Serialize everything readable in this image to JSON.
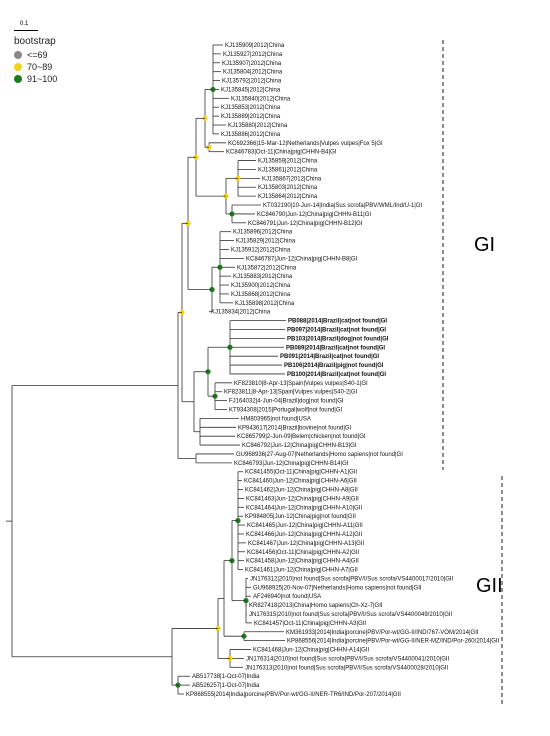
{
  "scale_label": "0.1",
  "legend": {
    "title": "bootstrap",
    "items": [
      {
        "label": "<=69",
        "color": "#888888"
      },
      {
        "label": "70~89",
        "color": "#f2d21c"
      },
      {
        "label": "91~100",
        "color": "#1e7a1e"
      }
    ]
  },
  "groups": {
    "gi": "GI",
    "gii": "GII"
  },
  "colors": {
    "line": "#333333",
    "dash": "#444444"
  },
  "leaves": [
    "KJ135909|2012|China",
    "KJ135927|2012|China",
    "KJ135907|2012|China",
    "KJ135804|2012|China",
    "KJ135792|2012|China",
    "KJ135845|2012|China",
    "KJ135840|2012|China",
    "KJ135853|2012|China",
    "KJ135889|2012|China",
    "KJ135880|2012|China",
    "KJ135886|2012|China",
    "KC692366|15-Mar-12|Netherlands|Vulpes vulpes|Fox 5|GI",
    "KC846783|Oct-11|China|pig|CHHN-B4|GI",
    "KJ135859|2012|China",
    "KJ135861|2012|China",
    "KJ135867|2012|China",
    "KJ135803|2012|China",
    "KJ135864|2012|China",
    "KT032190|10-Jun-14|India|Sus scrofa|PBV/WML/Ind/U-1|GI",
    "KC846790|Jun-12|China|pig|CHHN-B11|GI",
    "KC846791|Jun-12|China|pig|CHHN-B12|GI",
    "KJ135896|2012|China",
    "KJ135829|2012|China",
    "KJ135912|2012|China",
    "KC846787|Jun-12|China|pig|CHHN-B8|GI",
    "KJ135872|2012|China",
    "KJ135883|2012|China",
    "KJ135900|2012|China",
    "KJ135868|2012|China",
    "KJ135898|2012|China",
    "KJ135834|2012|China",
    "PB088|2014|Brazil|cat|not found|GI",
    "PB097|2014|Brazil|cat|not found|GI",
    "PB103|2014|Brazil|dog|not found|GI",
    "PB089|2014|Brazil|cat|not found|GI",
    "PB091|2014|Brazil|cat|not found|GI",
    "PB106|2014|Brazil|pig|not found|GI",
    "PB100|2014|Brazil|cat|not found|GI",
    "KF823810|8-Apr-13|Spain|Vulpes vulpes|S40-1|GI",
    "KF823811|8-Apr-13|Spain|Vulpes vulpes|S40-2|GI",
    "FJ164032|4-Jun-04|Brazil|dog|not found|GI",
    "KT934308|2015|Portugal|wolf|not found|GI",
    "HM803965|not found|USA",
    "KP843617|2014|Brazil|bovine|not found|GI",
    "KC865799|2-Jun-09|Belem|chicken|not found|GI",
    "KC846792|Jun-12|China|pig|CHHN-B13|GI",
    "GU968936|27-Aug-07|Netherlands|Homo sapiens|not found|GI",
    "KC846793|Jun-12|China|pig|CHHN-B14|GI",
    "KC841455|Oct-11|China|pig|CHHN-A1|GII",
    "KC841460|Jun-12|China|pig|CHHN-A6|GII",
    "KC841462|Jun-12|China|pig|CHHN-A8|GII",
    "KC841463|Jun-12|China|pig|CHHN-A9|GII",
    "KC841464|Jun-12|China|pig|CHHN-A10|GII",
    "KP984805|Jun-12|China|pig|not found|GII",
    "KC841465|Jun-12|China|pig|CHHN-A11|GII",
    "KC841466|Jun-12|China|pig|CHHN-A12|GII",
    "KC841467|Jun-12|China|pig|CHHN-A13|GII",
    "KC841456|Oct-11|China|pig|CHHN-A2|GII",
    "KC841458|Jun-12|China|pig|CHHN-A4|GII",
    "KC841461|Jun-12|China|pig|CHHN-A7|GII",
    "JN176312|2010|not found|Sus scrofa|PBV/I/Sus scrofa/VS4400017/2010|GII",
    "GU968925|20-Nov-07|Netherlands|Homo sapiens|not found|GII",
    "AF246940|not found|USA",
    "KR827418|2013|China|Homo sapiens|Ch-Xz-7|GII",
    "JN176315|2010|not found|Sus scrofa|PBV/I/Sus scrofa/VS4400049/2010|GII",
    "KC841457|Oct-11|China|pig|CHHN-A3|GII",
    "KM361933|2014|India|porcine|PBV/Por-wt/GG-II/IND/767-VOM/2014|GII",
    "KP868556|2014|India|porcine|PBV/Por-wt/GG-II/NER-MZ/IND/Por-260/2014|GII",
    "KC841468|Jun-12|China|pig|CHHN-A14|GII",
    "JN176314|2010|not found|Sus scrofa|PBV/I/Sus scrofa/VS4400041/2010|GII",
    "JN176313|2010|not found|Sus scrofa|PBV/I/Sus scrofa/VS4400028/2010|GII",
    "AB517738|1-Oct-07|India",
    "AB526257|1-Oct-07|India",
    "KP868555|2014|India|porcine|PBV/Por-wt/GG-II/NER-TR6/IND/Por-207/2014|GII"
  ]
}
